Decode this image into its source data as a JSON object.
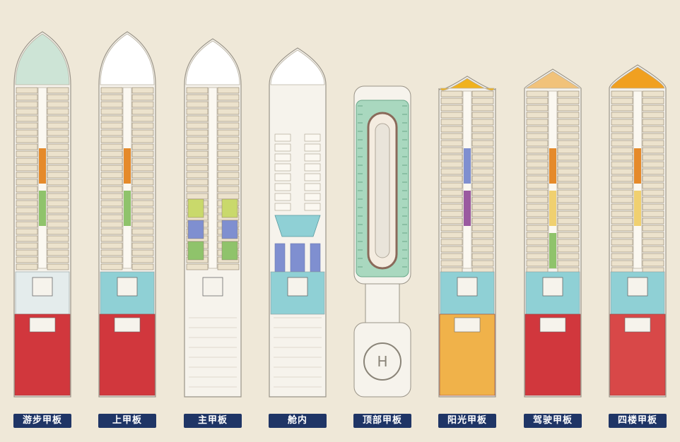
{
  "decks": [
    {
      "label": "游步甲板",
      "fore": "#cde4d6",
      "aft": "#d1373d",
      "accent": [
        "#e58a2b",
        "#8fc36b"
      ],
      "lounge": "#e4ecec"
    },
    {
      "label": "上甲板",
      "fore": "#ffffff",
      "aft": "#d1373d",
      "accent": [
        "#e58a2b",
        "#8fc36b"
      ],
      "lounge": "#8fd0d5"
    },
    {
      "label": "主甲板",
      "fore": "#ffffff",
      "aft": "#ffffff",
      "accent": [
        "#c9d96b",
        "#7f8fd0",
        "#8fc36b"
      ],
      "lounge": "#ffffff"
    },
    {
      "label": "舱内",
      "fore": "#ffffff",
      "aft": "#ffffff",
      "accent": [
        "#8fd0d5",
        "#7f8fd0"
      ],
      "lounge": "#8fd0d5"
    },
    {
      "label": "顶部甲板",
      "fore": "#a9d8bf",
      "aft": "#ffffff",
      "accent": [],
      "lounge": "#ffffff"
    },
    {
      "label": "阳光甲板",
      "fore": "#f0b21e",
      "aft": "#f0b24a",
      "accent": [
        "#7f8fd0",
        "#9a5aa0"
      ],
      "lounge": "#8fd0d5"
    },
    {
      "label": "驾驶甲板",
      "fore": "#f1c27a",
      "aft": "#d1373d",
      "accent": [
        "#e58a2b",
        "#f0d070",
        "#8fc36b"
      ],
      "lounge": "#8fd0d5"
    },
    {
      "label": "四楼甲板",
      "fore": "#f0a020",
      "aft": "#d84848",
      "accent": [
        "#e58a2b",
        "#f0d070"
      ],
      "lounge": "#8fd0d5"
    }
  ]
}
